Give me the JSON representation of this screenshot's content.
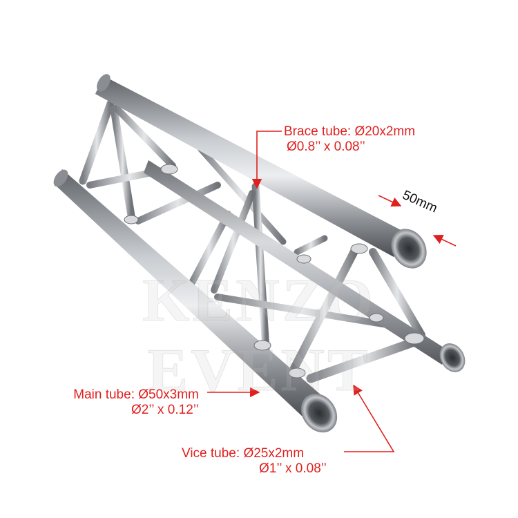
{
  "watermark": "KENZO EVENT",
  "brace": {
    "name": "Brace tube: ",
    "metric": "Ø20x2mm",
    "imperial": "Ø0.8’’ x 0.08’’"
  },
  "main": {
    "name": "Main tube: ",
    "metric": "Ø50x3mm",
    "imperial": "Ø2’’ x 0.12’’"
  },
  "vice": {
    "name": "Vice tube: ",
    "metric": "Ø25x2mm",
    "imperial": "Ø1’’ x 0.08’’"
  },
  "spacing": "50mm",
  "colors": {
    "annotation": "#e0201e",
    "text": "#111111",
    "metal": "#9a9ea3",
    "background": "#ffffff"
  }
}
